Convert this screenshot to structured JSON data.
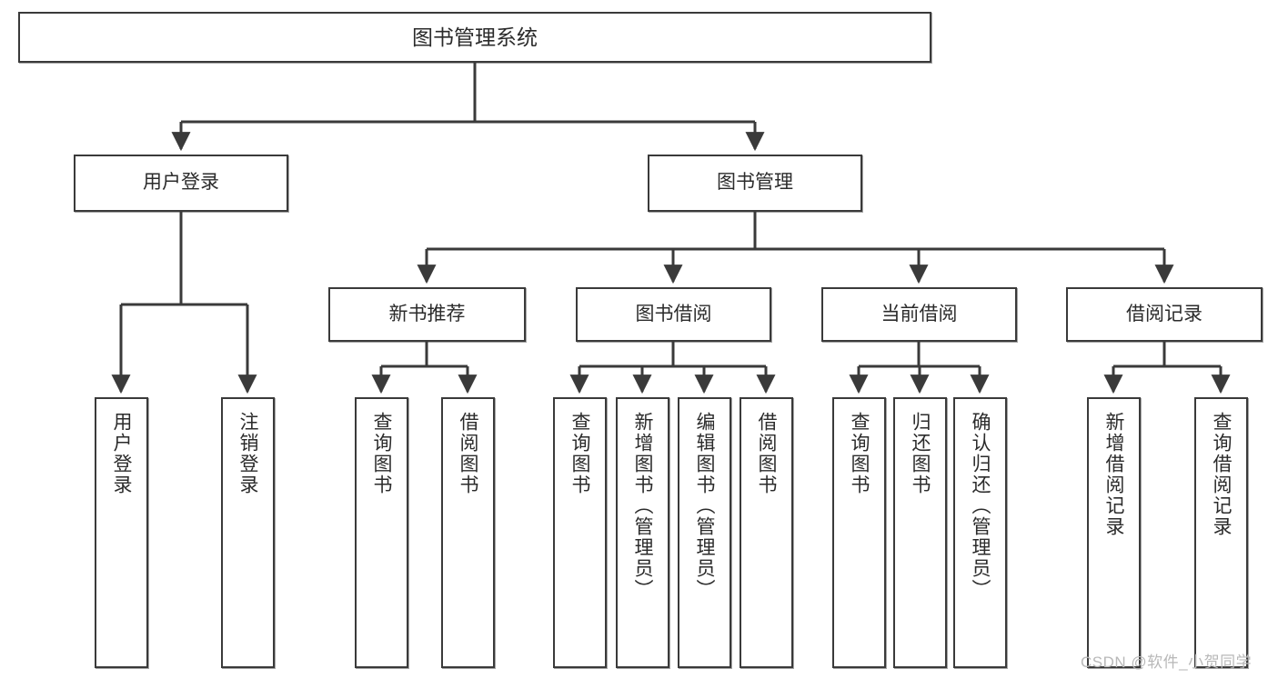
{
  "diagram": {
    "kind": "tree-hierarchy",
    "title": "图书管理系统",
    "watermark": "CSDN @软件_小贺同学",
    "colors": {
      "box_border": "#3a3a3a",
      "box_fill": "#ffffff",
      "connector": "#3a3a3a",
      "text": "#2b2b2b",
      "watermark": "#b8b8b8"
    },
    "root": {
      "label": "图书管理系统"
    },
    "level1": [
      {
        "label": "用户登录"
      },
      {
        "label": "图书管理"
      }
    ],
    "level2": [
      {
        "label": "新书推荐"
      },
      {
        "label": "图书借阅"
      },
      {
        "label": "当前借阅"
      },
      {
        "label": "借阅记录"
      }
    ],
    "leaves": {
      "user_login": [
        {
          "label": "用户登录"
        },
        {
          "label": "注销登录"
        }
      ],
      "new_book_recommend": [
        {
          "label": "查询图书"
        },
        {
          "label": "借阅图书"
        }
      ],
      "book_borrow": [
        {
          "label": "查询图书"
        },
        {
          "label": "新增图书（管理员）"
        },
        {
          "label": "编辑图书（管理员）"
        },
        {
          "label": "借阅图书"
        }
      ],
      "current_borrow": [
        {
          "label": "查询图书"
        },
        {
          "label": "归还图书"
        },
        {
          "label": "确认归还（管理员）"
        }
      ],
      "borrow_record": [
        {
          "label": "新增借阅记录"
        },
        {
          "label": "查询借阅记录"
        }
      ]
    }
  }
}
